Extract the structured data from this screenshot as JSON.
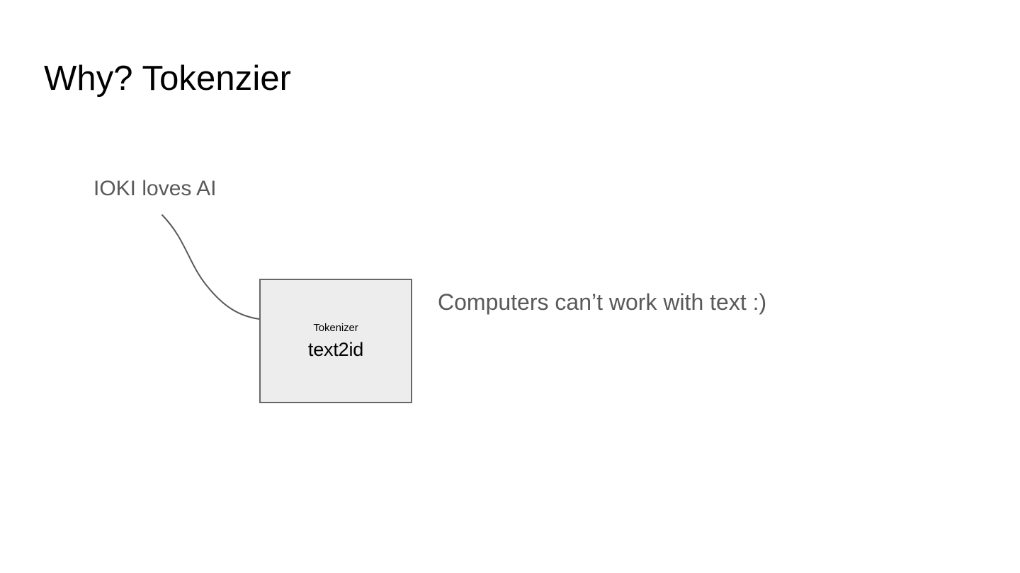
{
  "slide": {
    "title": "Why? Tokenzier",
    "background_color": "#ffffff"
  },
  "diagram": {
    "input_label": "IOKI loves AI",
    "caption": "Computers can’t work with text :)",
    "node": {
      "kind": "Tokenizer",
      "name": "text2id",
      "fill_color": "#ededed",
      "border_color": "#686868"
    },
    "connector": {
      "stroke_color": "#595959",
      "stroke_width": "2"
    }
  },
  "colors": {
    "title_text": "#000000",
    "body_text": "#595959",
    "node_text": "#000000"
  }
}
